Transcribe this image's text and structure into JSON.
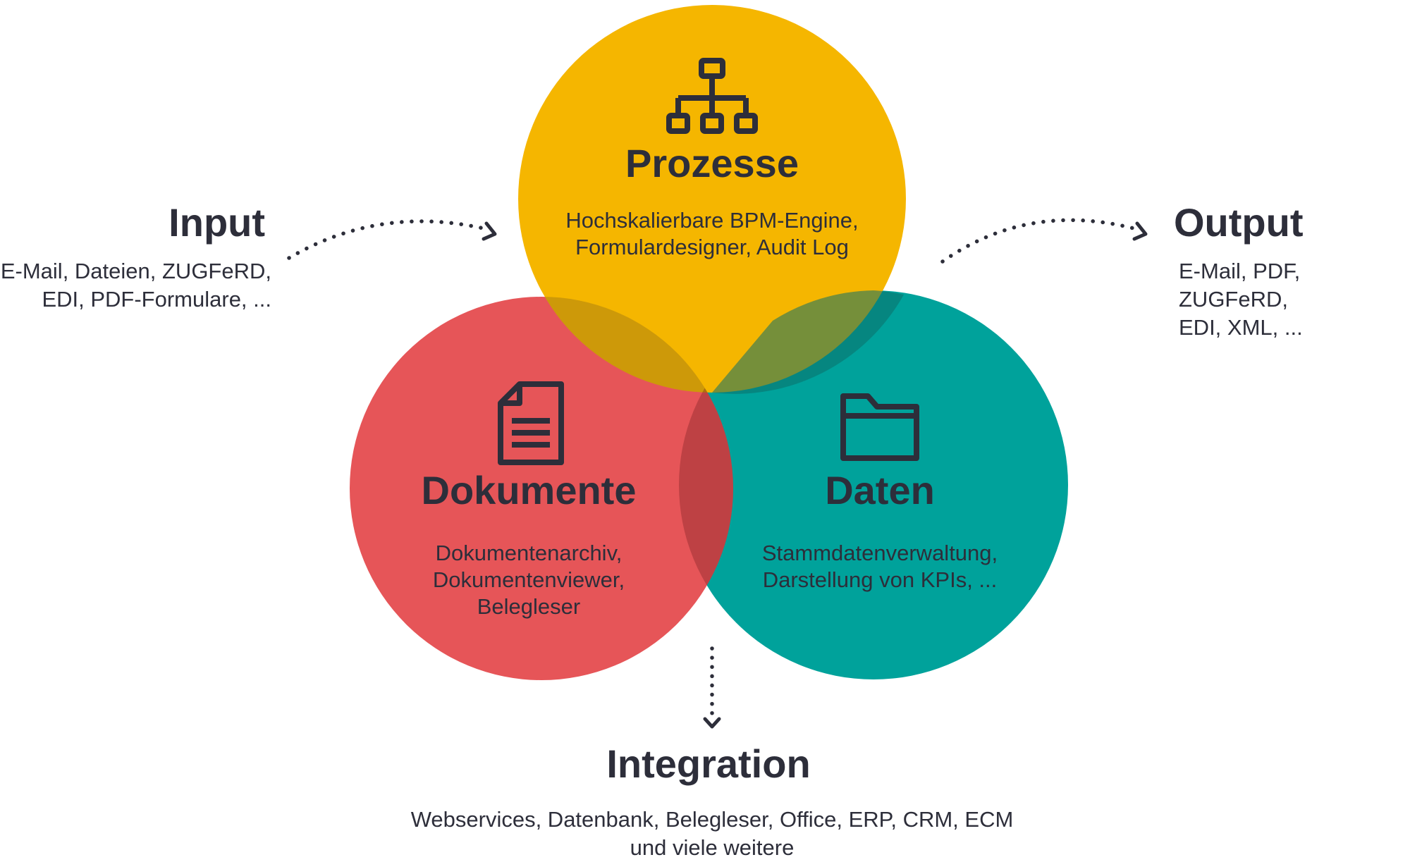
{
  "colors": {
    "prozesse": "#f5b600",
    "dokumente": "#e65558",
    "daten": "#00a29b",
    "text": "#2d2e3a"
  },
  "icons": {
    "prozesse": "hierarchy-icon",
    "dokumente": "document-icon",
    "daten": "folder-icon"
  },
  "input": {
    "title": "Input",
    "lines": [
      "E-Mail, Dateien, ZUGFeRD,",
      "EDI, PDF-Formulare, ..."
    ]
  },
  "output": {
    "title": "Output",
    "lines": [
      "E-Mail, PDF, ZUGFeRD,",
      "EDI, XML, ..."
    ]
  },
  "prozesse": {
    "title": "Prozesse",
    "lines": [
      "Hochskalierbare BPM-Engine,",
      "Formulardesigner, Audit Log"
    ]
  },
  "dokumente": {
    "title": "Dokumente",
    "lines": [
      "Dokumentenarchiv,",
      "Dokumentenviewer,",
      "Belegleser"
    ]
  },
  "daten": {
    "title": "Daten",
    "lines": [
      "Stammdatenverwaltung,",
      "Darstellung von KPIs, ..."
    ]
  },
  "integration": {
    "title": "Integration",
    "lines": [
      "Webservices, Datenbank, Belegleser, Office, ERP, CRM, ECM",
      "und viele weitere"
    ]
  }
}
